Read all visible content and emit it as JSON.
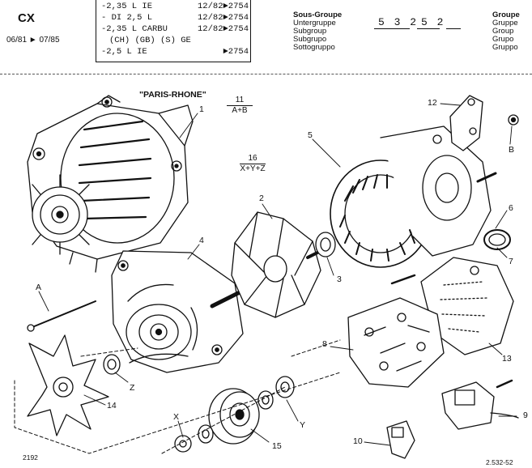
{
  "header": {
    "model": "CX",
    "dates": "06/81 ► 07/85",
    "variants": [
      {
        "engine": "-2,35 L IE",
        "dates": "12/82►2754"
      },
      {
        "engine": "- DI 2,5 L",
        "dates": "12/82►2754"
      },
      {
        "engine": "-2,35 L CARBU",
        "dates": "12/82►2754"
      },
      {
        "engine": "(CH) (GB) (S) GE",
        "dates": ""
      },
      {
        "engine": "-2,5 L IE",
        "dates": "►2754"
      }
    ],
    "sub_group_labels": [
      "Sous-Groupe",
      "Untergruppe",
      "Subgroup",
      "Subgrupo",
      "Sottogruppo"
    ],
    "group_labels": [
      "Groupe",
      "Gruppe",
      "Group",
      "Grupo",
      "Gruppo"
    ],
    "subgroup_code": "5 3 2",
    "group_code": "5 2"
  },
  "diagram": {
    "brand": "\"PARIS-RHONE\"",
    "kit_a": {
      "number": "11",
      "formula": "A+B"
    },
    "kit_b": {
      "number": "16",
      "formula": "X+Y+Z"
    },
    "callouts": {
      "p1": "1",
      "p2": "2",
      "p3": "3",
      "p4": "4",
      "p5": "5",
      "p6": "6",
      "p7": "7",
      "p8": "8",
      "p9": "9",
      "p10": "10",
      "p12": "12",
      "p13": "13",
      "p14": "14",
      "p15": "15",
      "pA": "A",
      "pB": "B",
      "pX": "X",
      "pY": "Y",
      "pZ": "Z"
    },
    "footer_left": "2192",
    "footer_right": "2.532-52"
  }
}
